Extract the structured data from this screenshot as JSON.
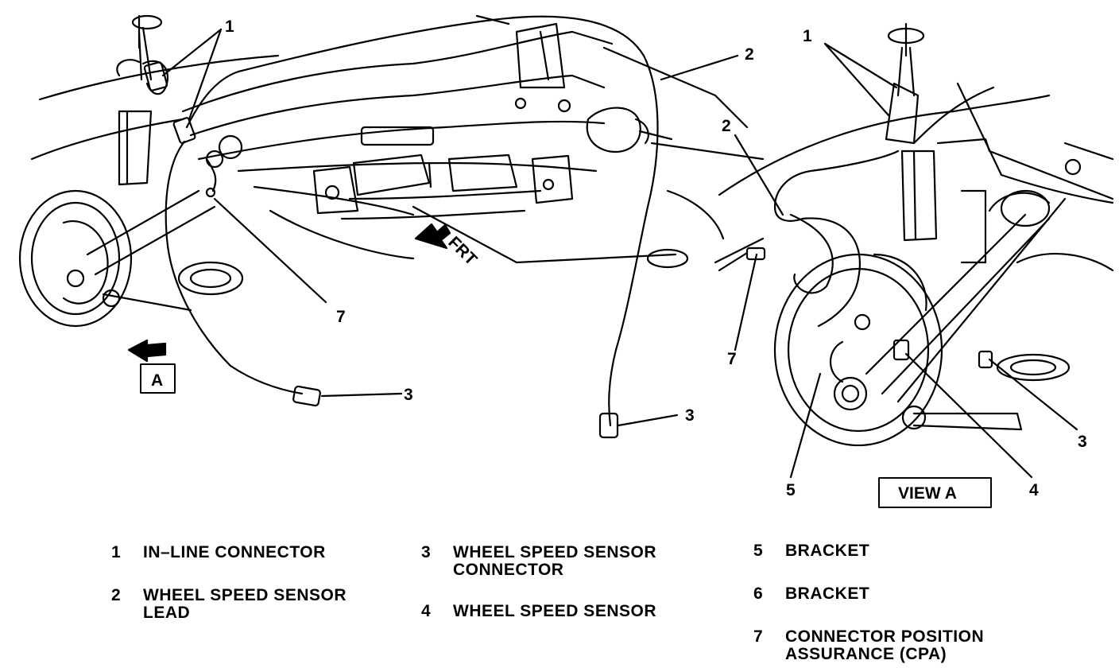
{
  "callouts": {
    "left_1": "1",
    "left_2": "2",
    "left_3a": "3",
    "left_3b": "3",
    "left_7": "7",
    "view_arrow": "A",
    "frt": "FRT",
    "right_1": "1",
    "right_2": "2",
    "right_3": "3",
    "right_4": "4",
    "right_5": "5",
    "right_7": "7",
    "view_label": "VIEW A"
  },
  "legend": [
    {
      "num": "1",
      "line1": "IN–LINE CONNECTOR",
      "line2": ""
    },
    {
      "num": "2",
      "line1": "WHEEL SPEED SENSOR",
      "line2": "LEAD"
    },
    {
      "num": "3",
      "line1": "WHEEL SPEED SENSOR",
      "line2": "CONNECTOR"
    },
    {
      "num": "4",
      "line1": "WHEEL SPEED SENSOR",
      "line2": ""
    },
    {
      "num": "5",
      "line1": "BRACKET",
      "line2": ""
    },
    {
      "num": "6",
      "line1": "BRACKET",
      "line2": ""
    },
    {
      "num": "7",
      "line1": "CONNECTOR POSITION",
      "line2": "ASSURANCE (CPA)"
    }
  ]
}
